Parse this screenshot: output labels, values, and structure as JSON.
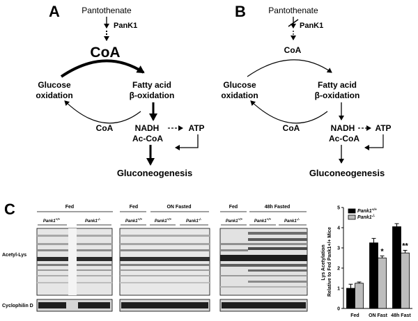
{
  "panel_a": {
    "letter": "A",
    "pantothenate": "Pantothenate",
    "pank1": "PanK1",
    "coa_top": "CoA",
    "glucose_1": "Glucose",
    "glucose_2": "oxidation",
    "fatty_1": "Fatty acid",
    "fatty_2": "β-oxidation",
    "coa_bottom": "CoA",
    "nadh": "NADH",
    "atp": "ATP",
    "acoa": "Ac-CoA",
    "gluconeo": "Gluconeogenesis"
  },
  "panel_b": {
    "letter": "B",
    "pantothenate": "Pantothenate",
    "pank1": "PanK1",
    "coa_top": "CoA",
    "glucose_1": "Glucose",
    "glucose_2": "oxidation",
    "fatty_1": "Fatty acid",
    "fatty_2": "β-oxidation",
    "coa_bottom": "CoA",
    "nadh": "NADH",
    "atp": "ATP",
    "acoa": "Ac-CoA",
    "gluconeo": "Gluconeogenesis"
  },
  "panel_c": {
    "letter": "C",
    "blot_labels": {
      "acetyl": "Acetyl-Lys",
      "cyclo": "Cyclophilin D"
    },
    "blot1": {
      "fed": "Fed",
      "wt": "Pank1",
      "wt_sup": "+/+",
      "ko": "Pank1",
      "ko_sup": "-/-"
    },
    "blot2": {
      "fed": "Fed",
      "fasted": "ON Fasted",
      "g1": "Pank1",
      "g1_sup": "+/+",
      "g2": "Pank1",
      "g2_sup": "+/+",
      "g3": "Pank1",
      "g3_sup": "-/-"
    },
    "blot3": {
      "fed": "Fed",
      "fasted": "48h Fasted",
      "g1": "Pank1",
      "g1_sup": "+/+",
      "g2": "Pank1",
      "g2_sup": "+/+",
      "g3": "Pank1",
      "g3_sup": "-/-"
    }
  },
  "chart_data": {
    "type": "bar",
    "categories": [
      "Fed",
      "ON Fast",
      "48h Fast"
    ],
    "ylabel_line1": "Lys Acetylation",
    "ylabel_line2": "Relative to Fed Pank1+/+ Mice",
    "ylim": [
      0,
      5
    ],
    "yticks": [
      "0",
      "1",
      "2",
      "3",
      "4",
      "5"
    ],
    "series": [
      {
        "name": "Pank1+/+",
        "color": "#000000",
        "values": [
          1.0,
          3.25,
          4.05
        ],
        "errors": [
          0.2,
          0.22,
          0.15
        ]
      },
      {
        "name": "Pank1-/-",
        "color": "#bdbdbd",
        "values": [
          1.25,
          2.5,
          2.75
        ],
        "errors": [
          0.06,
          0.1,
          0.13
        ]
      }
    ],
    "significance": [
      "",
      "*",
      "**"
    ],
    "legend": [
      {
        "name": "Pank1",
        "sup": "+/+"
      },
      {
        "name": "Pank1",
        "sup": "-/-"
      }
    ],
    "legend_position": "top-left"
  }
}
